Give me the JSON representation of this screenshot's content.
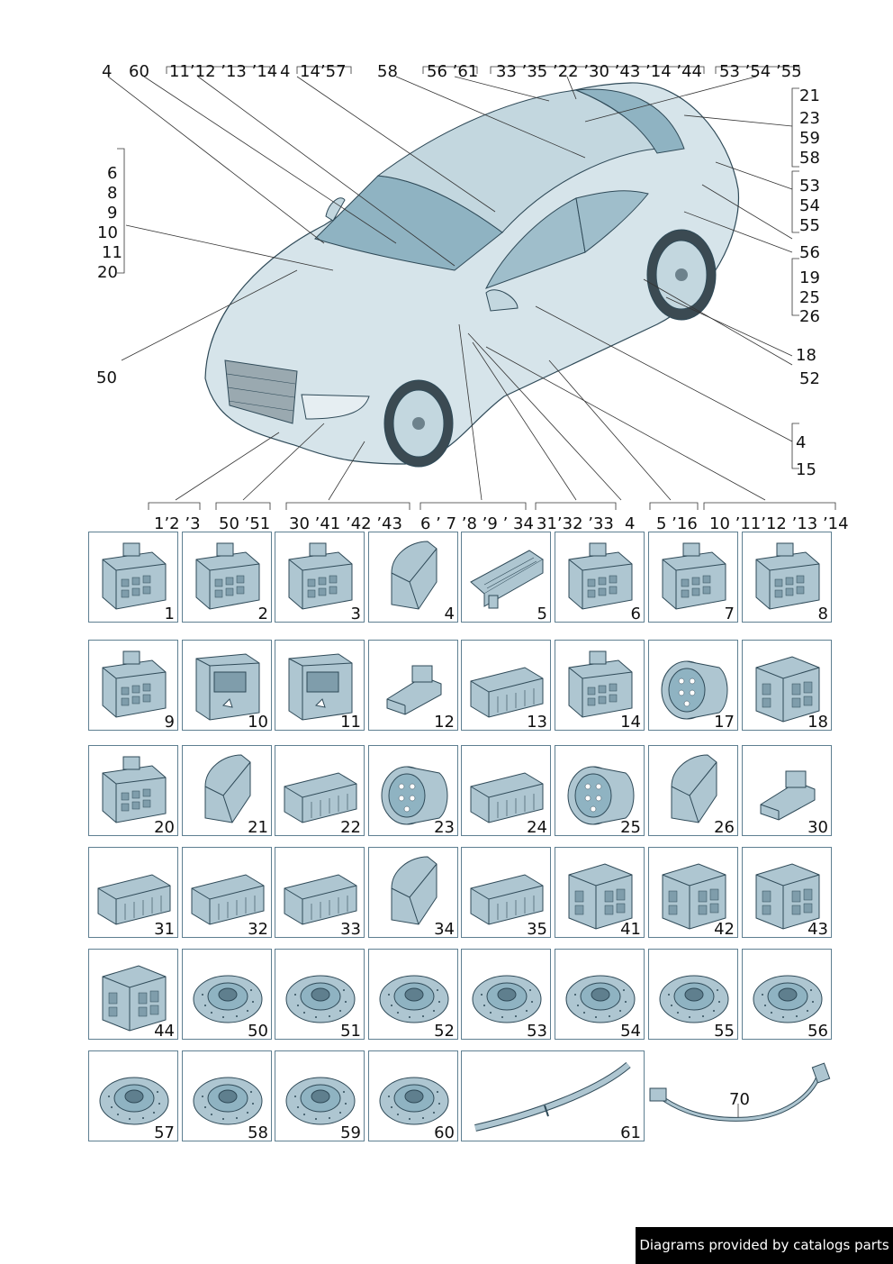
{
  "callouts": {
    "top": [
      "4",
      "60",
      "11’12 ’13 ’14",
      "4",
      "14’57",
      "58",
      "56 ’61",
      "33 ’35 ’22 ’30 ’43 ’14 ’44",
      "53 ’54 ’55"
    ],
    "right": [
      "21",
      "23",
      "59",
      "58",
      "53",
      "54",
      "55",
      "56",
      "19",
      "25",
      "26",
      "18",
      "52",
      "4",
      "15"
    ],
    "left": [
      "6",
      "8",
      "9",
      "10",
      "11",
      "20",
      "50"
    ],
    "bottom": [
      "1’2 ’3",
      "50 ’51",
      "30 ’41 ’42 ’43",
      "6 ’ 7 ’8 ’9 ’ 34",
      "31’32 ’33",
      "4",
      "5 ’16",
      "10 ’11’12 ’13 ’14"
    ]
  },
  "parts": [
    {
      "number": "1",
      "icon": "connector-housing-icon"
    },
    {
      "number": "2",
      "icon": "connector-housing-icon"
    },
    {
      "number": "3",
      "icon": "connector-housing-icon"
    },
    {
      "number": "4",
      "icon": "angled-connector-icon"
    },
    {
      "number": "5",
      "icon": "multi-pin-connector-icon"
    },
    {
      "number": "6",
      "icon": "connector-housing-icon"
    },
    {
      "number": "7",
      "icon": "connector-housing-icon"
    },
    {
      "number": "8",
      "icon": "connector-housing-icon"
    },
    {
      "number": "9",
      "icon": "connector-housing-icon"
    },
    {
      "number": "10",
      "icon": "socket-housing-icon"
    },
    {
      "number": "11",
      "icon": "socket-housing-icon"
    },
    {
      "number": "12",
      "icon": "small-plug-icon"
    },
    {
      "number": "13",
      "icon": "flat-connector-icon"
    },
    {
      "number": "14",
      "icon": "connector-housing-icon"
    },
    {
      "number": "17",
      "icon": "round-connector-icon"
    },
    {
      "number": "18",
      "icon": "relay-socket-icon"
    },
    {
      "number": "20",
      "icon": "connector-housing-icon"
    },
    {
      "number": "21",
      "icon": "angled-connector-icon"
    },
    {
      "number": "22",
      "icon": "flat-connector-icon"
    },
    {
      "number": "23",
      "icon": "round-connector-icon"
    },
    {
      "number": "24",
      "icon": "flat-connector-icon"
    },
    {
      "number": "25",
      "icon": "round-connector-icon"
    },
    {
      "number": "26",
      "icon": "angled-connector-icon"
    },
    {
      "number": "30",
      "icon": "small-plug-icon"
    },
    {
      "number": "31",
      "icon": "flat-connector-icon"
    },
    {
      "number": "32",
      "icon": "flat-connector-icon"
    },
    {
      "number": "33",
      "icon": "flat-connector-icon"
    },
    {
      "number": "34",
      "icon": "angled-connector-icon"
    },
    {
      "number": "35",
      "icon": "flat-connector-icon"
    },
    {
      "number": "41",
      "icon": "relay-socket-icon"
    },
    {
      "number": "42",
      "icon": "relay-socket-icon"
    },
    {
      "number": "43",
      "icon": "relay-socket-icon"
    },
    {
      "number": "44",
      "icon": "relay-socket-icon"
    },
    {
      "number": "50",
      "icon": "grommet-icon"
    },
    {
      "number": "51",
      "icon": "grommet-icon"
    },
    {
      "number": "52",
      "icon": "grommet-icon"
    },
    {
      "number": "53",
      "icon": "grommet-icon"
    },
    {
      "number": "54",
      "icon": "grommet-icon"
    },
    {
      "number": "55",
      "icon": "grommet-icon"
    },
    {
      "number": "56",
      "icon": "grommet-icon"
    },
    {
      "number": "57",
      "icon": "grommet-icon"
    },
    {
      "number": "58",
      "icon": "grommet-icon"
    },
    {
      "number": "59",
      "icon": "grommet-icon"
    },
    {
      "number": "60",
      "icon": "grommet-icon"
    },
    {
      "number": "61",
      "icon": "cable-sleeve-icon"
    }
  ],
  "cable_part": {
    "number": "70",
    "icon": "cable-icon"
  },
  "footer": {
    "credit": "Diagrams provided by catalogs parts"
  },
  "colors": {
    "part_fill": "#aec6d1",
    "part_stroke": "#2f4a58",
    "car_fill": "#d6e4ea",
    "glass": "#8fb3c2",
    "cell_border": "#5e7f91"
  }
}
